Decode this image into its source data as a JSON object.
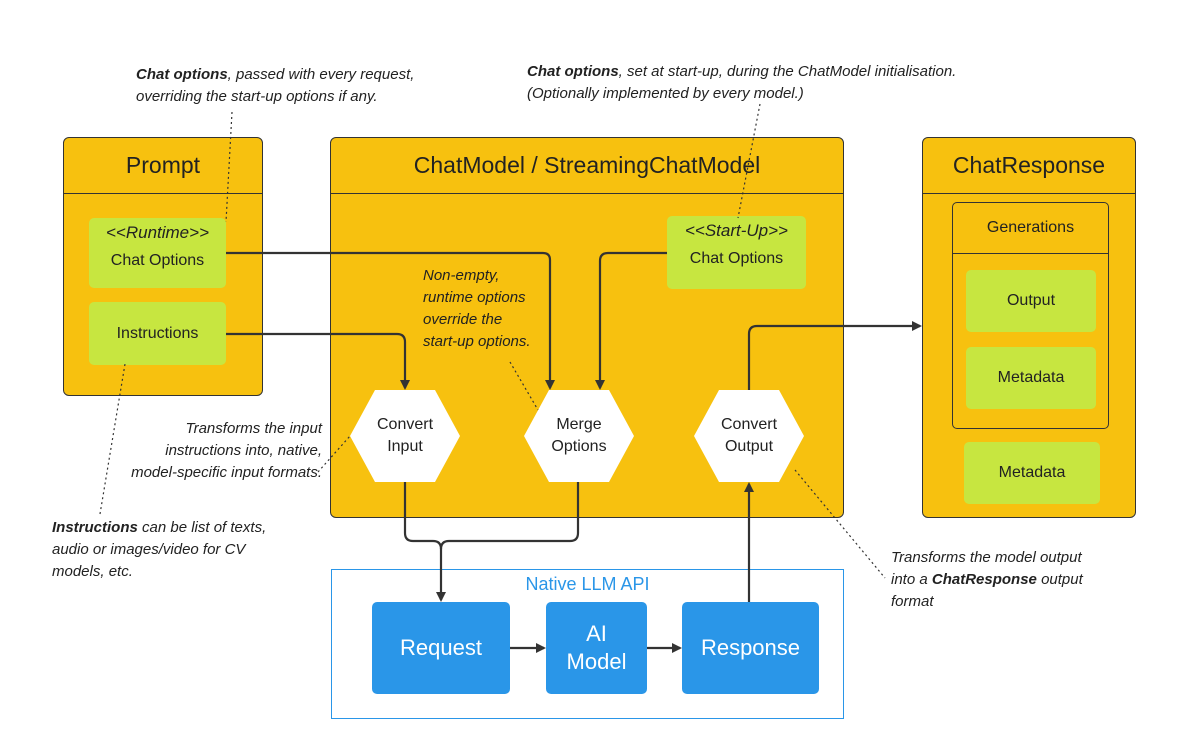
{
  "prompt": {
    "title": "Prompt",
    "runtime_stereotype": "<<Runtime>>",
    "runtime_label": "Chat Options",
    "instructions_label": "Instructions"
  },
  "chatmodel": {
    "title": "ChatModel / StreamingChatModel",
    "startup_stereotype": "<<Start-Up>>",
    "startup_label": "Chat Options",
    "convert_input": [
      "Convert",
      "Input"
    ],
    "merge_options": [
      "Merge",
      "Options"
    ],
    "convert_output": [
      "Convert",
      "Output"
    ],
    "merge_note": [
      "Non-empty,",
      "runtime options",
      "override the",
      "start-up options."
    ]
  },
  "response": {
    "title": "ChatResponse",
    "generations_title": "Generations",
    "output_label": "Output",
    "gen_metadata_label": "Metadata",
    "metadata_label": "Metadata"
  },
  "native": {
    "title": "Native LLM API",
    "request_label": "Request",
    "ai_model_label": [
      "AI",
      "Model"
    ],
    "response_label": "Response"
  },
  "notes": {
    "runtime_options": {
      "bold": "Chat options",
      "line1_rest": ", passed with every  request,",
      "line2": "overriding the start-up options if any."
    },
    "startup_options": {
      "bold": "Chat options",
      "line1_rest": ", set at start-up, during  the ChatModel initialisation.",
      "line2": "(Optionally implemented by every model.)"
    },
    "transforms_input": [
      "Transforms the input",
      "instructions into, native,",
      "model-specific input formats."
    ],
    "instructions_note": {
      "bold": "Instructions",
      "line1_rest": " can be list of texts,",
      "line2": "audio or images/video for CV",
      "line3": "models, etc."
    },
    "transforms_output": {
      "line1": "Transforms the model output",
      "line2_pre": "into  a ",
      "line2_bold": "ChatResponse",
      "line2_post": " output",
      "line3": "format"
    }
  },
  "colors": {
    "panel": "#f7c10f",
    "green": "#c7e640",
    "blue": "#2a96e8",
    "line": "#333333"
  }
}
